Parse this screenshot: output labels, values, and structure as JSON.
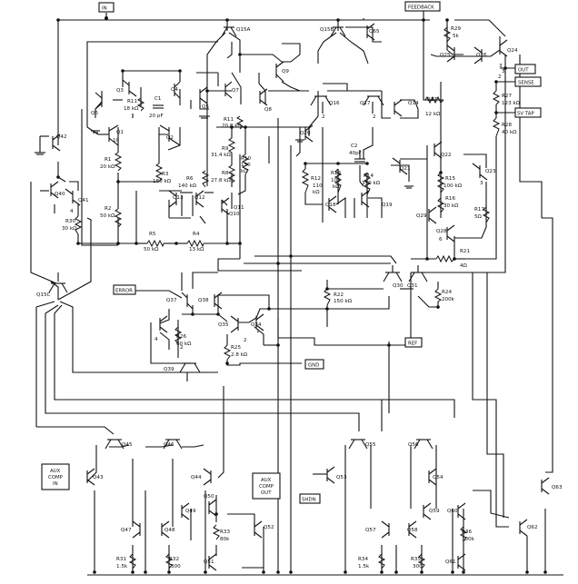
{
  "pins": {
    "in": "IN",
    "feedback": "FEEDBACK",
    "out": "OUT",
    "sense": "SENSE",
    "tap": "5V TAP",
    "error": "ERROR",
    "ref": "REF",
    "gnd": "GND",
    "aux_in_1": "AUX",
    "aux_in_2": "COMP",
    "aux_in_3": "IN",
    "aux_out_1": "AUX",
    "aux_out_2": "COMP",
    "aux_out_3": "OUT",
    "shdn": "SHDN"
  },
  "transistors": {
    "q1": "Q1",
    "q2": "Q2",
    "q3": "Q3",
    "q4": "Q4",
    "q5": "Q5",
    "q6": "Q6",
    "q7": "Q7",
    "q8": "Q8",
    "q9": "Q9",
    "q10": "Q10",
    "q11": "Q11",
    "q12": "Q12",
    "q13": "Q13",
    "q14": "Q14",
    "q15a": "Q15A",
    "q15b": "Q15B",
    "q15c": "Q15C",
    "q16": "Q16",
    "q17": "Q17",
    "q18": "Q18",
    "q19": "Q19",
    "q20": "Q20",
    "q21": "Q21",
    "q22": "Q22",
    "q23": "Q23",
    "q24": "Q24",
    "q25": "Q25",
    "q26": "Q26",
    "q28": "Q28",
    "q29": "Q29",
    "q30": "Q30",
    "q31": "Q31",
    "q34": "Q34",
    "q35": "Q35",
    "q37": "Q37",
    "q38": "Q38",
    "q39": "Q39",
    "q40": "Q40",
    "q41": "Q41",
    "q42": "Q42",
    "q43": "Q43",
    "q44": "Q44",
    "q45": "Q45",
    "q46": "Q46",
    "q47": "Q47",
    "q48": "Q48",
    "q49": "Q49",
    "q50": "Q50",
    "q51": "Q51",
    "q52": "Q52",
    "q53": "Q53",
    "q54": "Q54",
    "q55": "Q55",
    "q56": "Q56",
    "q57": "Q57",
    "q58": "Q58",
    "q59": "Q59",
    "q60": "Q60",
    "q61": "Q61",
    "q62": "Q62",
    "q63": "Q63",
    "q65": "Q65"
  },
  "resistors": {
    "r1": "R1",
    "r1v": "20 kΩ",
    "r2": "R2",
    "r2v": "50 kΩ",
    "r3": "R3",
    "r3v": "180 kΩ",
    "r4": "R4",
    "r4v": "13 kΩ",
    "r5": "R5",
    "r5v": "50 kΩ",
    "r6": "R6",
    "r6v": "140 kΩ",
    "r8": "R8",
    "r8v": "27.8 kΩ",
    "r9": "R9",
    "r9v": "31.4 kΩ",
    "r10": "R10",
    "r10v1": "150",
    "r10v2": "kΩ",
    "r11": "R11",
    "r11v": "18 kΩ",
    "r11b": "R11",
    "r11bv": "20.8 kΩ",
    "r12": "R12",
    "r12v1": "110",
    "r12v2": "kΩ",
    "r13": "R13",
    "r13v1": "100",
    "r13v2": "kΩ",
    "r14": "R14",
    "r14v": "350 kΩ",
    "r15": "R15",
    "r15v": "100 kΩ",
    "r16": "R16",
    "r16v": "30 kΩ",
    "r17": "R17",
    "r17v": "12 kΩ",
    "r17b": "R17",
    "r17bv": "5Ω",
    "r21": "R21",
    "r21v": "4Ω",
    "r22": "R22",
    "r22v": "150 kΩ",
    "r24": "R24",
    "r24v": "200k",
    "r25": "R25",
    "r25v": "2.8 kΩ",
    "r26": "R26",
    "r26v": "60 kΩ",
    "r27": "R27",
    "r27v": "123 kΩ",
    "r28": "R28",
    "r28v": "40 kΩ",
    "r29": "R29",
    "r29v": "5k",
    "r30": "R30",
    "r30v": "30 kΩ",
    "r31": "R31",
    "r31v": "1.5k",
    "r32": "R32",
    "r32v": "300",
    "r33": "R33",
    "r33v": "80k",
    "r34": "R34",
    "r34v": "1.5k",
    "r35": "R35",
    "r35v": "300",
    "r36": "R36",
    "r36v": "100k"
  },
  "capacitors": {
    "c1": "C1",
    "c1v": "20 pF",
    "c2": "C2",
    "c2v": "40pF"
  },
  "pin_numbers": {
    "n4a": "4",
    "n10": "10",
    "n2a": "2",
    "n2b": "2",
    "n2c": "2",
    "n3a": "3",
    "n3b": "3",
    "n6": "6",
    "n4b": "4",
    "n2d": "2",
    "n2e": "2",
    "n1": "1",
    "n3c": "3"
  }
}
